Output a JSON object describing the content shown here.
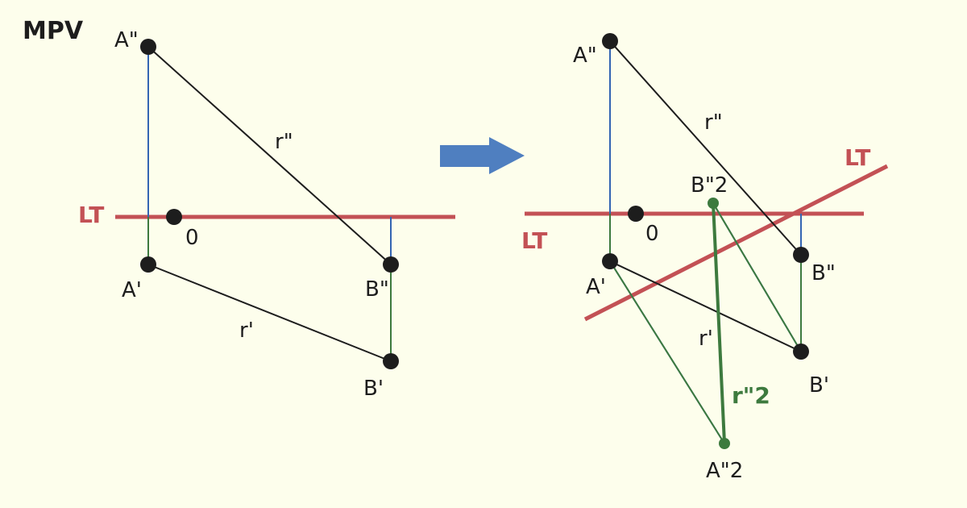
{
  "title": "MPV",
  "colors": {
    "background": "#fdfeec",
    "lt_line": "#c35155",
    "blue_line": "#3465b2",
    "green_line": "#3d7a3e",
    "black_line": "#1d1d1d",
    "arrow": "#4f7fc0",
    "green_point": "#3d7a3e"
  },
  "left_panel": {
    "labels": {
      "a_double": "A\"",
      "a_single": "A'",
      "b_double": "B\"",
      "b_single": "B'",
      "r_double": "r\"",
      "r_single": "r'",
      "origin": "0",
      "lt": "LT"
    }
  },
  "right_panel": {
    "labels": {
      "a_double": "A\"",
      "a_single": "A'",
      "b_double": "B\"",
      "b_single": "B'",
      "r_double": "r\"",
      "r_single": "r'",
      "origin": "0",
      "lt_horizontal": "LT",
      "lt_rotated": "LT",
      "b_double_2": "B\"2",
      "a_double_2": "A\"2",
      "r_double_2": "r\"2"
    }
  }
}
